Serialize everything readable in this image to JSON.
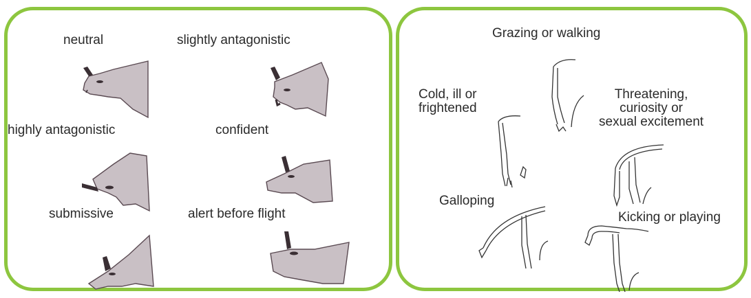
{
  "head_postures": {
    "neutral": "neutral",
    "slightly_antagonistic": "slightly antagonistic",
    "highly_antagonistic": "highly antagonistic",
    "confident": "confident",
    "submissive": "submissive",
    "alert_before_flight": "alert before flight"
  },
  "tail_postures": {
    "grazing": "Grazing or walking",
    "cold_line1": "Cold, ill or",
    "cold_line2": "frightened",
    "threat_line1": "Threatening,",
    "threat_line2": "curiosity or",
    "threat_line3": "sexual excitement",
    "galloping": "Galloping",
    "kicking": "Kicking or playing"
  },
  "colors": {
    "border": "#8dc63f",
    "cow_fill": "#c9c0c5",
    "cow_outline": "#5a4a52",
    "horn": "#3a2f34",
    "line": "#333333"
  }
}
